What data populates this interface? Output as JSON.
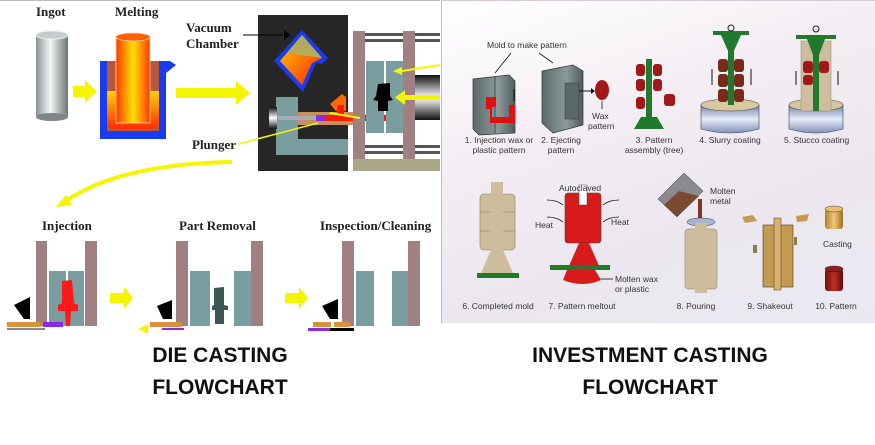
{
  "die_casting": {
    "title_line1": "DIE CASTING",
    "title_line2": "FLOWCHART",
    "labels": {
      "ingot": "Ingot",
      "melting": "Melting",
      "vacuum_line1": "Vacuum",
      "vacuum_line2": "Chamber",
      "plunger": "Plunger",
      "injection": "Injection",
      "part_removal": "Part Removal",
      "inspection": "Inspection/Cleaning"
    }
  },
  "investment_casting": {
    "title_line1": "INVESTMENT CASTING",
    "title_line2": "FLOWCHART",
    "callouts": {
      "mold_to_make_pattern": "Mold to make pattern",
      "wax_pattern_line1": "Wax",
      "wax_pattern_line2": "pattern",
      "autoclaved": "Autoclaved",
      "heat_left": "Heat",
      "heat_right": "Heat",
      "molten_wax_line1": "Molten wax",
      "molten_wax_line2": "or plastic",
      "molten_metal_line1": "Molten",
      "molten_metal_line2": "metal",
      "casting": "Casting"
    },
    "steps": [
      {
        "line1": "1. Injection wax or",
        "line2": "plastic pattern"
      },
      {
        "line1": "2. Ejecting",
        "line2": "pattern"
      },
      {
        "line1": "3. Pattern",
        "line2": "assembly (tree)"
      },
      {
        "line1": "4. Slurry coating",
        "line2": ""
      },
      {
        "line1": "5. Stucco coating",
        "line2": ""
      },
      {
        "line1": "6. Completed mold",
        "line2": ""
      },
      {
        "line1": "7. Pattern meltout",
        "line2": ""
      },
      {
        "line1": "8. Pouring",
        "line2": ""
      },
      {
        "line1": "9. Shakeout",
        "line2": ""
      },
      {
        "line1": "10. Pattern",
        "line2": ""
      }
    ]
  },
  "colors": {
    "arrow_yellow": "#f5f500",
    "crucible_blue": "#1a3cf0",
    "molten_orange": "#ff6a00",
    "die_teal": "#7a9ea0",
    "platen_brown": "#a08080",
    "chamber_dark": "#262626",
    "wax_red": "#a01818",
    "tree_green": "#1f7a2e",
    "ceramic_tan": "#cdbd9c"
  }
}
